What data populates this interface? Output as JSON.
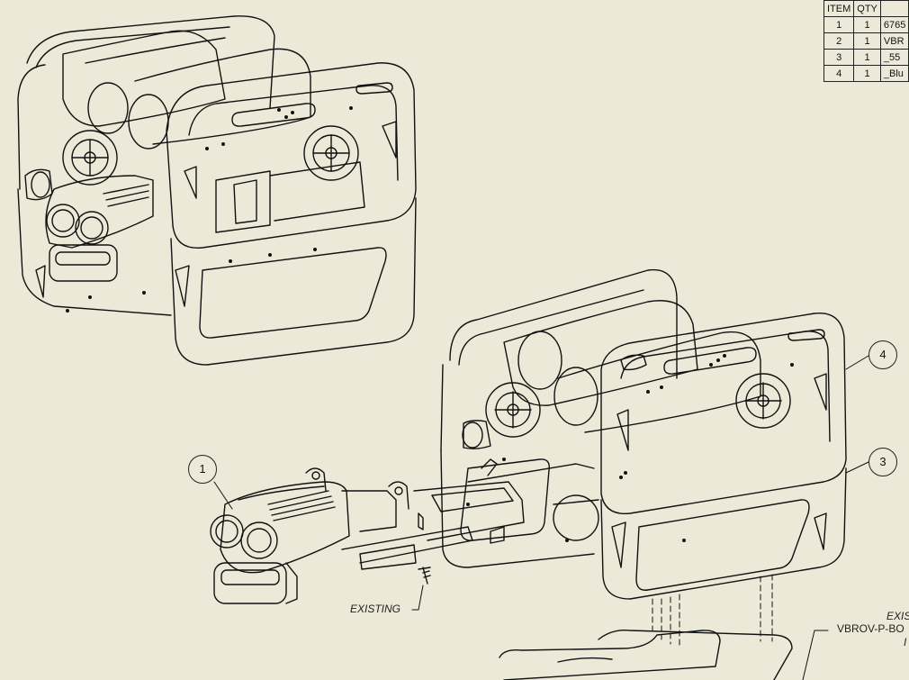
{
  "bom": {
    "headers": [
      "ITEM",
      "QTY",
      ""
    ],
    "rows": [
      {
        "item": "1",
        "qty": "1",
        "desc": "6765"
      },
      {
        "item": "2",
        "qty": "1",
        "desc": "VBR"
      },
      {
        "item": "3",
        "qty": "1",
        "desc": "_55"
      },
      {
        "item": "4",
        "qty": "1",
        "desc": "_Blu"
      }
    ]
  },
  "balloons": {
    "b1": "1",
    "b3": "3",
    "b4": "4"
  },
  "labels": {
    "existing_left": "EXISTING",
    "existing_right": "EXIS",
    "vbrov_note": "VBROV-P-BO",
    "note_fragment": "I"
  }
}
